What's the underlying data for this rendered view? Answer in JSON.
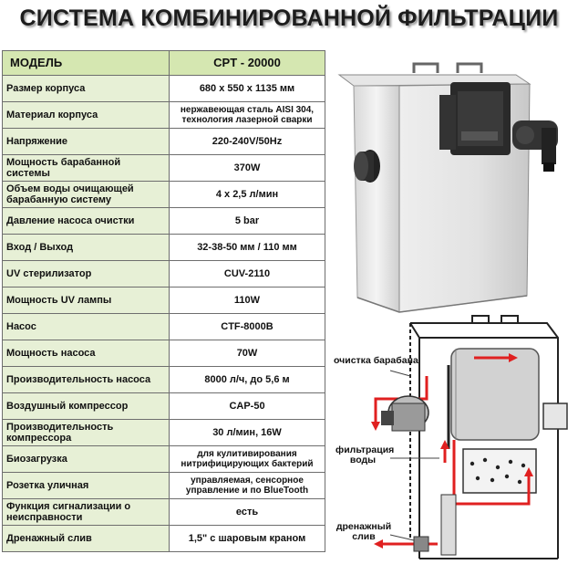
{
  "title": "СИСТЕМА КОМБИНИРОВАННОЙ ФИЛЬТРАЦИИ",
  "header": {
    "label": "МОДЕЛЬ",
    "value": "CPT - 20000"
  },
  "rows": [
    {
      "label": "Размер корпуса",
      "value": "680 x 550 x 1135 мм"
    },
    {
      "label": "Материал корпуса",
      "value": "нержавеющая сталь AISI 304, технология лазерной сварки"
    },
    {
      "label": "Напряжение",
      "value": "220-240V/50Hz"
    },
    {
      "label": "Мощность барабанной системы",
      "value": "370W"
    },
    {
      "label": "Объем воды очищающей барабанную систему",
      "value": "4 х 2,5 л/мин"
    },
    {
      "label": "Давление насоса очистки",
      "value": "5 bar"
    },
    {
      "label": "Вход / Выход",
      "value": "32-38-50 мм / 110 мм"
    },
    {
      "label": "UV стерилизатор",
      "value": "CUV-2110"
    },
    {
      "label": "Мощность UV лампы",
      "value": "110W"
    },
    {
      "label": "Насос",
      "value": "CTF-8000B"
    },
    {
      "label": "Мощность насоса",
      "value": "70W"
    },
    {
      "label": "Производительность насоса",
      "value": "8000 л/ч, до 5,6 м"
    },
    {
      "label": "Воздушный компрессор",
      "value": "CAP-50"
    },
    {
      "label": "Производительность компрессора",
      "value": "30 л/мин, 16W"
    },
    {
      "label": "Биозагрузка",
      "value": "для кулитивирования нитрифицирующих бактерий"
    },
    {
      "label": "Розетка уличная",
      "value": "управляемая, сенсорное управление и по BlueTooth"
    },
    {
      "label": "Функция сигнализации о неисправности",
      "value": "есть"
    },
    {
      "label": "Дренажный слив",
      "value": "1,5\" с шаровым краном"
    }
  ],
  "diagram_labels": {
    "drum_cleaning": "очистка барабана",
    "water_filtration": "фильтрация воды",
    "drain": "дренажный слив"
  },
  "colors": {
    "header_bg": "#d5e7b1",
    "label_bg": "#e7f0d6",
    "arrow": "#e02020",
    "border": "#6e6e6e"
  }
}
